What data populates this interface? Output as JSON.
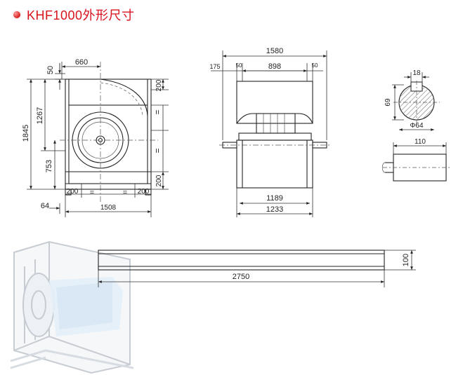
{
  "title": "KHF1000外形尺寸",
  "colors": {
    "title": "#d8131e",
    "line": "#222222"
  },
  "front_view": {
    "top_50": "50",
    "width_660": "660",
    "h_1845": "1845",
    "h_1267": "1267",
    "h_753": "753",
    "right_200_top": "200",
    "right_200_bottom": "200",
    "eq_mark_1": "=",
    "eq_mark_2": "=",
    "eq_mark_3": "=",
    "eq_mark_4": "=",
    "bottom_200_left": "200",
    "bottom_200_right": "200",
    "left_64": "64",
    "width_1508": "1508"
  },
  "side_view": {
    "total_1580": "1580",
    "left_175": "175",
    "left_50": "50",
    "mid_898": "898",
    "right_50": "50",
    "inner_1189": "1189",
    "outer_1233": "1233"
  },
  "shaft": {
    "key_18": "18",
    "height_69": "69",
    "diameter": "Φ64",
    "length_110": "110"
  },
  "rail": {
    "height_100": "100",
    "length_2750": "2750"
  }
}
